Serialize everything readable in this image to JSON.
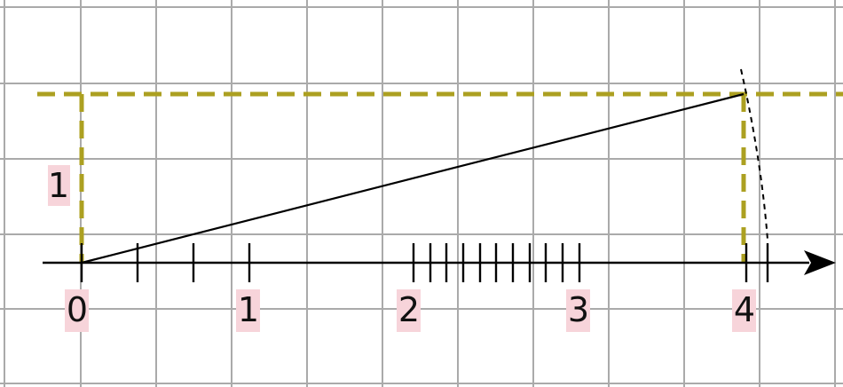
{
  "number_line": {
    "labels": [
      {
        "name": "label-0",
        "text": "0"
      },
      {
        "name": "label-1",
        "text": "1"
      },
      {
        "name": "label-2",
        "text": "2"
      },
      {
        "name": "label-3",
        "text": "3"
      },
      {
        "name": "label-4",
        "text": "4"
      }
    ],
    "height_label": "1"
  },
  "colors": {
    "grid": "#aaaaaa",
    "dashed": "#aca021",
    "axis": "#000000",
    "label_bg": "#f7d4da"
  }
}
